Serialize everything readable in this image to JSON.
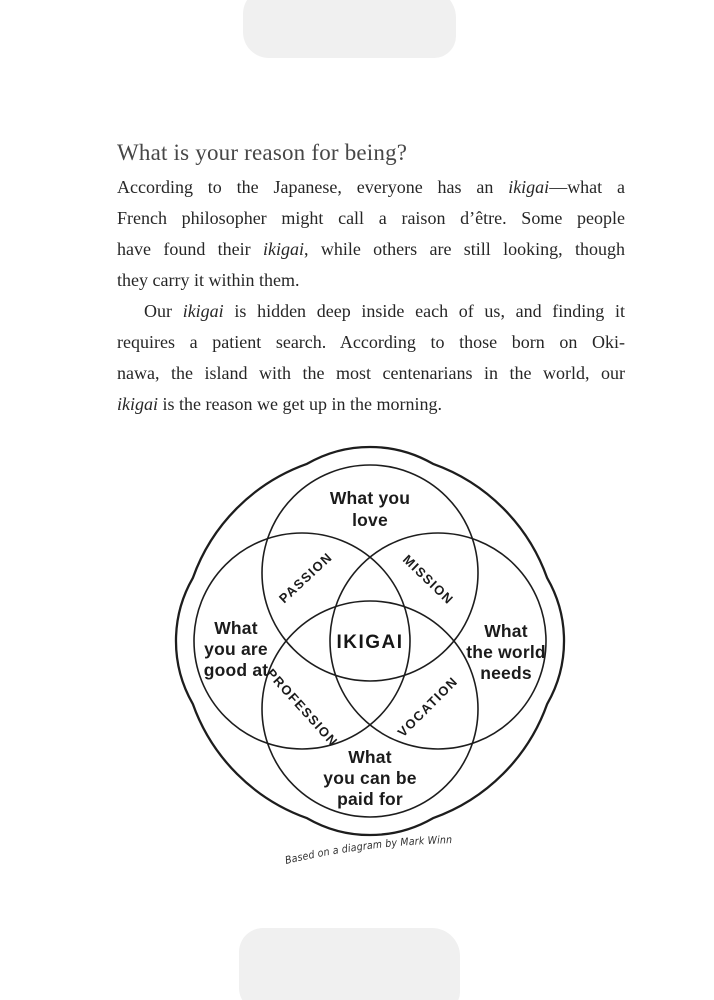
{
  "colors": {
    "page_bg": "#ffffff",
    "body_text": "#262626",
    "heading": "#474747",
    "diagram_line": "#1d1d1d",
    "artifact": "#f0f0f0"
  },
  "page": {
    "heading": "What is your reason for being?",
    "paragraphs": [
      {
        "lines": [
          {
            "segments": [
              {
                "text": "According to the Japanese, everyone has an "
              },
              {
                "text": "ikigai",
                "italic": true
              },
              {
                "text": "—what a"
              }
            ]
          },
          {
            "segments": [
              {
                "text": "French philosopher might call a raison d’être. Some people"
              }
            ]
          },
          {
            "segments": [
              {
                "text": "have found their "
              },
              {
                "text": "ikigai",
                "italic": true
              },
              {
                "text": ", while others are still looking, though"
              }
            ]
          },
          {
            "segments": [
              {
                "text": "they carry it within them."
              }
            ],
            "last": true
          }
        ]
      },
      {
        "lines": [
          {
            "segments": [
              {
                "text": "Our "
              },
              {
                "text": "ikigai",
                "italic": true
              },
              {
                "text": " is hidden deep inside each of us, and finding it"
              }
            ],
            "indent": true
          },
          {
            "segments": [
              {
                "text": "requires a patient search. According to those born on Oki-"
              }
            ]
          },
          {
            "segments": [
              {
                "text": "nawa, the island with the most centenarians in the world, our"
              }
            ]
          },
          {
            "segments": [
              {
                "text": "ikigai",
                "italic": true
              },
              {
                "text": " is the reason we get up in the morning."
              }
            ],
            "last": true
          }
        ]
      }
    ]
  },
  "diagram": {
    "center_label": "IKIGAI",
    "circles": {
      "love": [
        "What you",
        "love"
      ],
      "good_at": [
        "What",
        "you are",
        "good at"
      ],
      "world_needs": [
        "What",
        "the world",
        "needs"
      ],
      "paid_for": [
        "What",
        "you can be",
        "paid for"
      ]
    },
    "overlaps": {
      "passion": "PASSION",
      "mission": "MISSION",
      "profession": "PROFESSION",
      "vocation": "VOCATION"
    },
    "caption": "Based on a diagram by Mark Winn"
  }
}
